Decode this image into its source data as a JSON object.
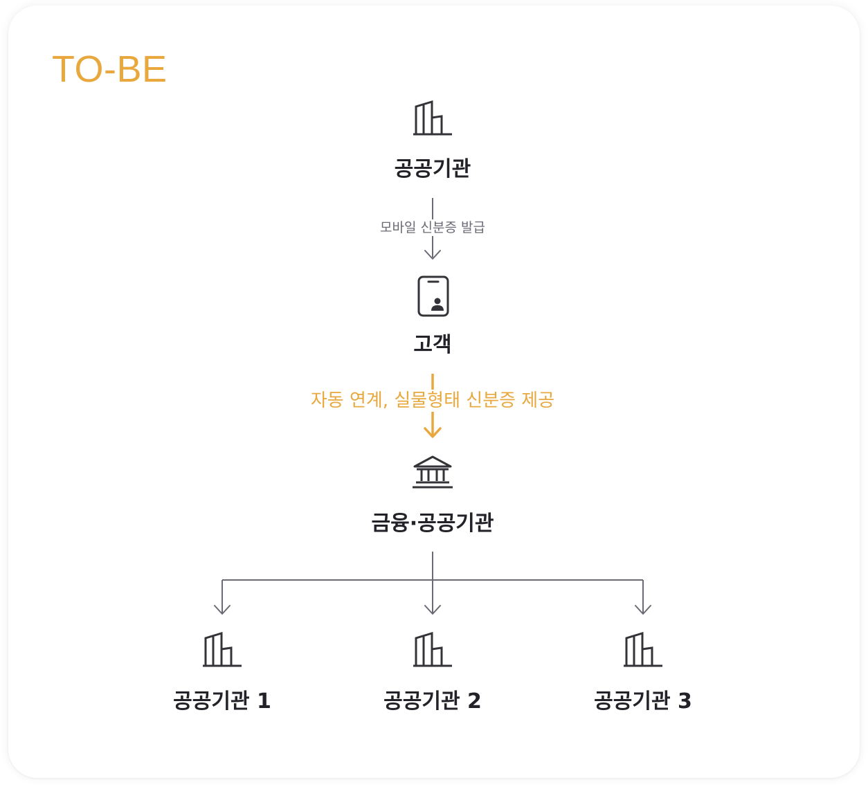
{
  "title": "TO-BE",
  "colors": {
    "accent": "#E8A83E",
    "text": "#222228",
    "connector": "#6a6a74"
  },
  "nodes": {
    "issuer": {
      "label": "공공기관",
      "icon": "building-icon"
    },
    "customer": {
      "label": "고객",
      "icon": "mobile-id-icon"
    },
    "finance": {
      "label": "금융·공공기관",
      "icon": "bank-icon"
    },
    "branches": [
      {
        "label": "공공기관 1",
        "icon": "building-icon"
      },
      {
        "label": "공공기관 2",
        "icon": "building-icon"
      },
      {
        "label": "공공기관 3",
        "icon": "building-icon"
      }
    ]
  },
  "edges": {
    "issue": "모바일 신분증 발급",
    "provide": "자동 연계, 실물형태 신분증 제공"
  }
}
